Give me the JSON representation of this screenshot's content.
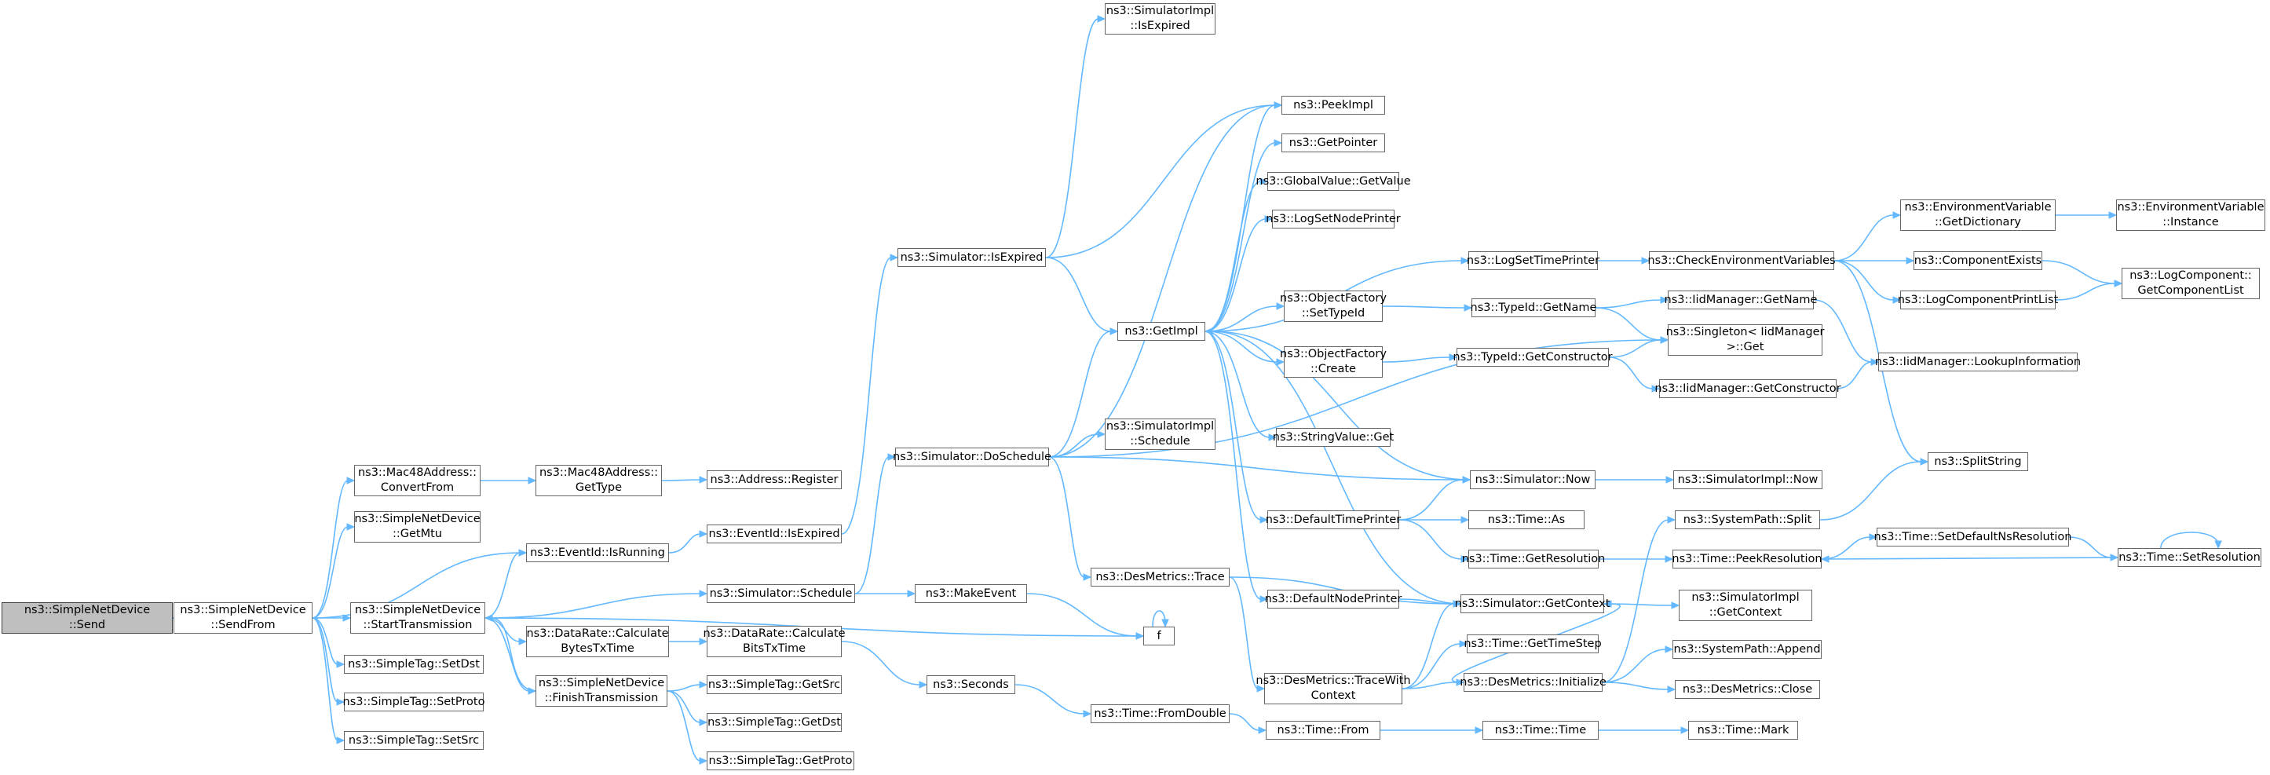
{
  "nodes": {
    "send": "ns3::SimpleNetDevice\n::Send",
    "sendfrom": "ns3::SimpleNetDevice\n::SendFrom",
    "convertfrom": "ns3::Mac48Address::\nConvertFrom",
    "getmtu": "ns3::SimpleNetDevice\n::GetMtu",
    "isrunning": "ns3::EventId::IsRunning",
    "starttx": "ns3::SimpleNetDevice\n::StartTransmission",
    "setdst": "ns3::SimpleTag::SetDst",
    "setproto": "ns3::SimpleTag::SetProto",
    "setsrc": "ns3::SimpleTag::SetSrc",
    "mactype": "ns3::Mac48Address::\nGetType",
    "register": "ns3::Address::Register",
    "evexpired": "ns3::EventId::IsExpired",
    "schedule": "ns3::Simulator::Schedule",
    "calcbytes": "ns3::DataRate::Calculate\nBytesTxTime",
    "finishtx": "ns3::SimpleNetDevice\n::FinishTransmission",
    "calcbits": "ns3::DataRate::Calculate\nBitsTxTime",
    "getsrc": "ns3::SimpleTag::GetSrc",
    "getdst": "ns3::SimpleTag::GetDst",
    "getproto": "ns3::SimpleTag::GetProto",
    "simexpired": "ns3::Simulator::IsExpired",
    "doschedule": "ns3::Simulator::DoSchedule",
    "makeevent": "ns3::MakeEvent",
    "seconds": "ns3::Seconds",
    "implexpired": "ns3::SimulatorImpl\n::IsExpired",
    "implschedule": "ns3::SimulatorImpl\n::Schedule",
    "destrace": "ns3::DesMetrics::Trace",
    "f": "f",
    "fromdouble": "ns3::Time::FromDouble",
    "peekimpl": "ns3::PeekImpl",
    "getpointer": "ns3::GetPointer",
    "gvgetvalue": "ns3::GlobalValue::GetValue",
    "lognodeprinter": "ns3::LogSetNodePrinter",
    "getimpl": "ns3::GetImpl",
    "ofsettypeid": "ns3::ObjectFactory\n::SetTypeId",
    "ofcreate": "ns3::ObjectFactory\n::Create",
    "stringget": "ns3::StringValue::Get",
    "deftimeprinter": "ns3::DefaultTimePrinter",
    "defnodeprinter": "ns3::DefaultNodePrinter",
    "tracewithctx": "ns3::DesMetrics::TraceWith\nContext",
    "logtimeprinter": "ns3::LogSetTimePrinter",
    "typeidgetname": "ns3::TypeId::GetName",
    "typeidgetctor": "ns3::TypeId::GetConstructor",
    "simnow": "ns3::Simulator::Now",
    "timeas": "ns3::Time::As",
    "getresolution": "ns3::Time::GetResolution",
    "simgetctx": "ns3::Simulator::GetContext",
    "gettimestep": "ns3::Time::GetTimeStep",
    "desinit": "ns3::DesMetrics::Initialize",
    "timefrom": "ns3::Time::From",
    "checkenv": "ns3::CheckEnvironmentVariables",
    "iidgetname": "ns3::IidManager::GetName",
    "singleton": "ns3::Singleton< IidManager\n>::Get",
    "iidgetctor": "ns3::IidManager::GetConstructor",
    "implnow": "ns3::SimulatorImpl::Now",
    "syssplit": "ns3::SystemPath::Split",
    "peekres": "ns3::Time::PeekResolution",
    "implgetctx": "ns3::SimulatorImpl\n::GetContext",
    "sysappend": "ns3::SystemPath::Append",
    "desclose": "ns3::DesMetrics::Close",
    "timetime": "ns3::Time::Time",
    "envgetdict": "ns3::EnvironmentVariable\n::GetDictionary",
    "compexists": "ns3::ComponentExists",
    "logcompprint": "ns3::LogComponentPrintList",
    "lookupinfo": "ns3::IidManager::LookupInformation",
    "splitstring": "ns3::SplitString",
    "setdefres": "ns3::Time::SetDefaultNsResolution",
    "setres": "ns3::Time::SetResolution",
    "timemark": "ns3::Time::Mark",
    "envinstance": "ns3::EnvironmentVariable\n::Instance",
    "getcomplist": "ns3::LogComponent::\nGetComponentList"
  },
  "colors": {
    "edge": "#63b8ff",
    "node_border": "#666666",
    "root_fill": "#bfbfbf"
  }
}
